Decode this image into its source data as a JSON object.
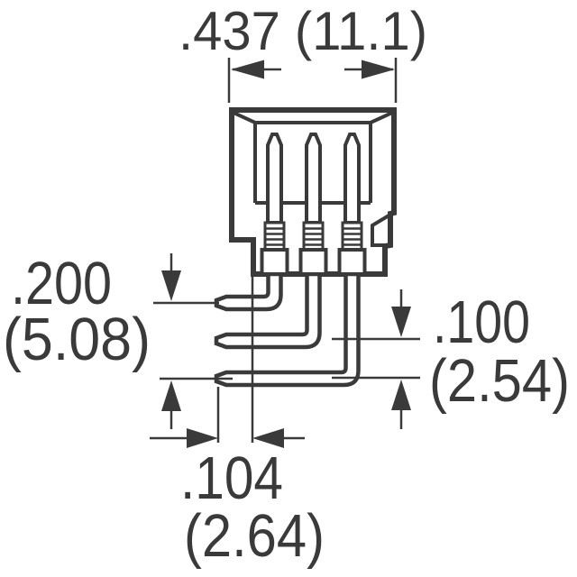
{
  "drawing": {
    "description": "3-position right-angle pin header connector, technical dimension drawing, front view",
    "pin_count": 3,
    "colors": {
      "line": "#3a3a3a",
      "background": "#ffffff"
    },
    "dims": {
      "top": {
        "label": ".437 (11.1)",
        "inches": ".437",
        "mm": "11.1"
      },
      "left": {
        "line1": ".200",
        "line2": "(5.08)",
        "inches": ".200",
        "mm": "5.08"
      },
      "right": {
        "line1": ".100",
        "line2": "(2.54)",
        "inches": ".100",
        "mm": "2.54"
      },
      "bottom": {
        "line1": ".104",
        "line2": "(2.64)",
        "inches": ".104",
        "mm": "2.64"
      }
    }
  }
}
